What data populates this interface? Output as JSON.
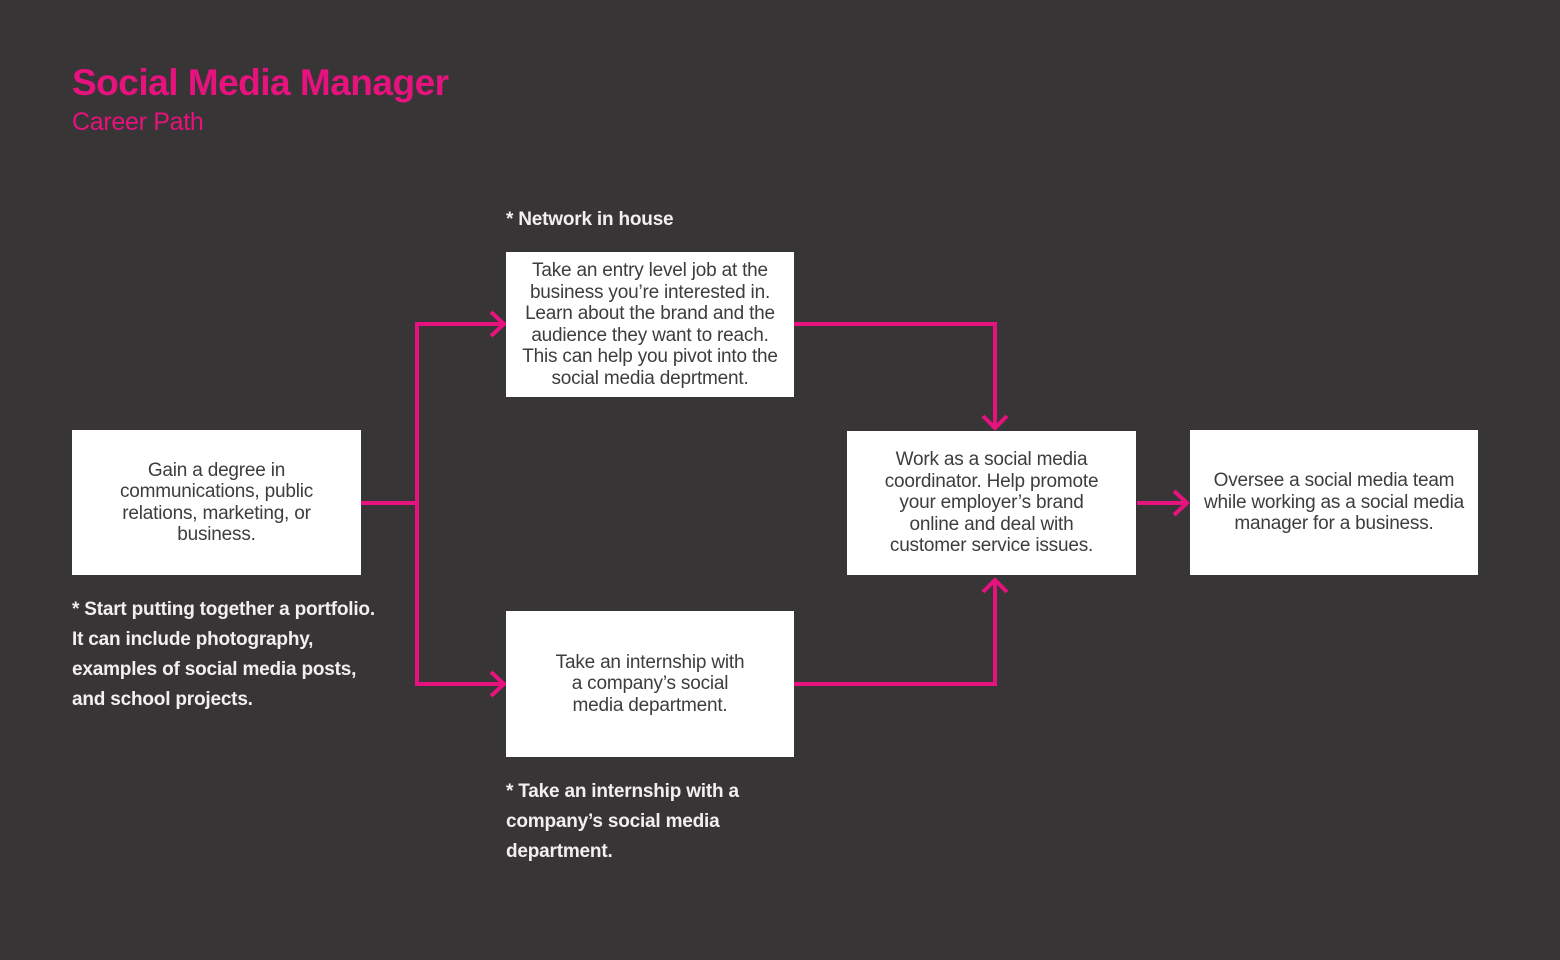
{
  "colors": {
    "background": "#383536",
    "accent_pink": "#e6127e",
    "box_background": "#ffffff",
    "box_text": "#3e3d3c",
    "note_text": "#f1f0ef"
  },
  "header": {
    "title": "Social Media Manager",
    "subtitle": "Career Path"
  },
  "nodes": {
    "degree": {
      "id": "degree",
      "text": "Gain a degree in\ncommunications, public\nrelations, marketing, or\nbusiness."
    },
    "entry_job": {
      "id": "entry_job",
      "text": "Take an entry level job at the\nbusiness you’re interested in.\nLearn about the brand and the\naudience they want to reach.\nThis can help you pivot into the\nsocial media deprtment."
    },
    "internship": {
      "id": "internship",
      "text": "Take an internship with\na company’s social\nmedia department."
    },
    "coordinator": {
      "id": "coordinator",
      "text": "Work as a social media\ncoordinator. Help promote\nyour employer’s brand\nonline and deal with\ncustomer service issues."
    },
    "manager": {
      "id": "manager",
      "text": "Oversee a social media team\nwhile working as a social media\nmanager for a business."
    }
  },
  "annotations": {
    "network_label": "* Network in house",
    "portfolio_note": "* Start putting together a portfolio.\nIt can include photography,\nexamples of social media posts,\nand school projects.",
    "internship_note": "* Take an internship with a\ncompany’s social media\ndepartment."
  },
  "edges": [
    {
      "from": "degree",
      "to": "entry_job"
    },
    {
      "from": "degree",
      "to": "internship"
    },
    {
      "from": "entry_job",
      "to": "coordinator"
    },
    {
      "from": "internship",
      "to": "coordinator"
    },
    {
      "from": "coordinator",
      "to": "manager"
    }
  ]
}
